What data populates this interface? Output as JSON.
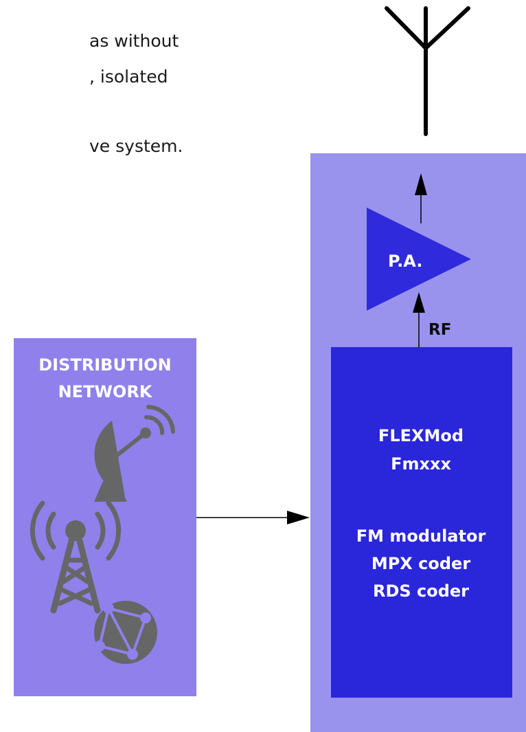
{
  "body_text": {
    "line1": "as  without",
    "line2": ",   isolated",
    "line3": "ve system."
  },
  "distribution_network": {
    "title_line1": "DISTRIBUTION",
    "title_line2": "NETWORK",
    "icons": [
      "satellite-dish-icon",
      "radio-tower-icon",
      "globe-network-icon"
    ]
  },
  "transmitter": {
    "amplifier_label": "P.A.",
    "rf_label": "RF",
    "module": {
      "name_line1": "FLEXMod",
      "name_line2": "Fmxxx",
      "function1": "FM modulator",
      "function2": "MPX coder",
      "function3": "RDS coder"
    }
  },
  "colors": {
    "light_panel": "#9a93ee",
    "distribution_panel": "#8f80ec",
    "module_box": "#2a26da",
    "amplifier": "#2f2bdc",
    "icon_gray": "#666666",
    "line": "#000000"
  }
}
